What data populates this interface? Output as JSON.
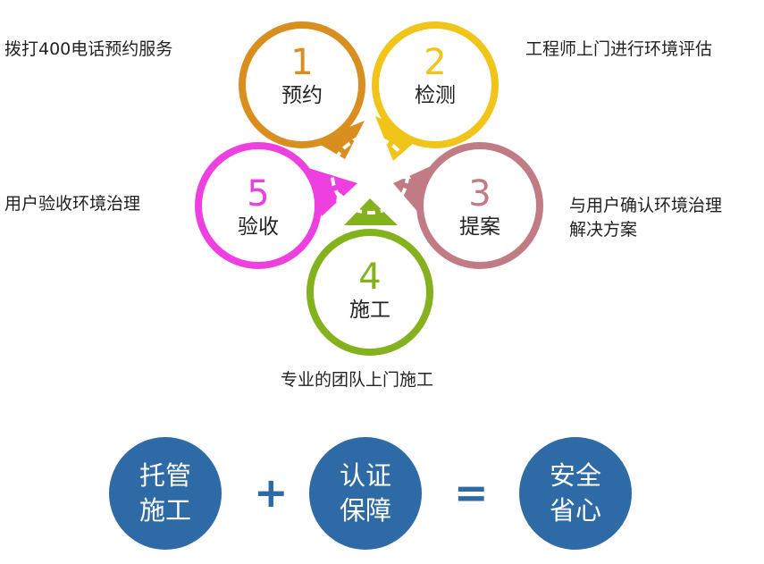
{
  "steps": [
    {
      "num": "1",
      "name": "预约",
      "color": "#d98f1f",
      "desc": "拨打400电话预约服务"
    },
    {
      "num": "2",
      "name": "检测",
      "color": "#f0c419",
      "desc": "工程师上门进行环境评估"
    },
    {
      "num": "3",
      "name": "提案",
      "color": "#c07b85",
      "desc_line1": "与用户确认环境治理",
      "desc_line2": "解决方案"
    },
    {
      "num": "4",
      "name": "施工",
      "color": "#84b21e",
      "desc": "专业的团队上门施工"
    },
    {
      "num": "5",
      "name": "验收",
      "color": "#ee3fe0",
      "desc": "用户验收环境治理"
    }
  ],
  "formula": {
    "item1": {
      "line1": "托管",
      "line2": "施工"
    },
    "plus": "+",
    "item2": {
      "line1": "认证",
      "line2": "保障"
    },
    "equals": "=",
    "result": {
      "line1": "安全",
      "line2": "省心"
    },
    "color": "#2d6aa6"
  }
}
